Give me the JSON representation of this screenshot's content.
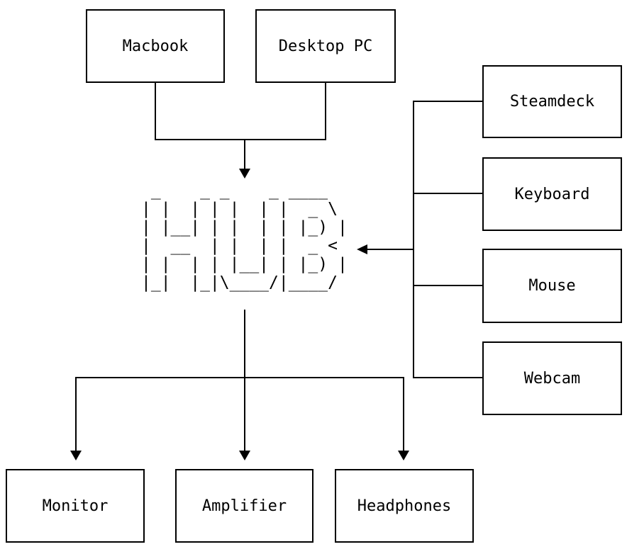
{
  "diagram": {
    "nodes": {
      "sources": [
        {
          "label": "Macbook"
        },
        {
          "label": "Desktop PC"
        }
      ],
      "hub": {
        "name": "HUB",
        "ascii_art": " _    _ _    _ ____  \n| |  | | |  | |  _ \\ \n| |__| | |  | | |_) |\n|  __  | |  | |  _ < \n| |  | | |__| | |_) |\n|_|  |_|\\____/|____/ "
      },
      "peripherals": [
        {
          "label": "Steamdeck"
        },
        {
          "label": "Keyboard"
        },
        {
          "label": "Mouse"
        },
        {
          "label": "Webcam"
        }
      ],
      "outputs": [
        {
          "label": "Monitor"
        },
        {
          "label": "Amplifier"
        },
        {
          "label": "Headphones"
        }
      ]
    },
    "edges": [
      {
        "from": "Macbook",
        "to": "HUB"
      },
      {
        "from": "Desktop PC",
        "to": "HUB"
      },
      {
        "from": "Steamdeck",
        "to": "HUB"
      },
      {
        "from": "Keyboard",
        "to": "HUB"
      },
      {
        "from": "Mouse",
        "to": "HUB"
      },
      {
        "from": "Webcam",
        "to": "HUB"
      },
      {
        "from": "HUB",
        "to": "Monitor"
      },
      {
        "from": "HUB",
        "to": "Amplifier"
      },
      {
        "from": "HUB",
        "to": "Headphones"
      }
    ],
    "colors": {
      "line": "#000000",
      "text": "#000000",
      "background": "#ffffff"
    }
  }
}
